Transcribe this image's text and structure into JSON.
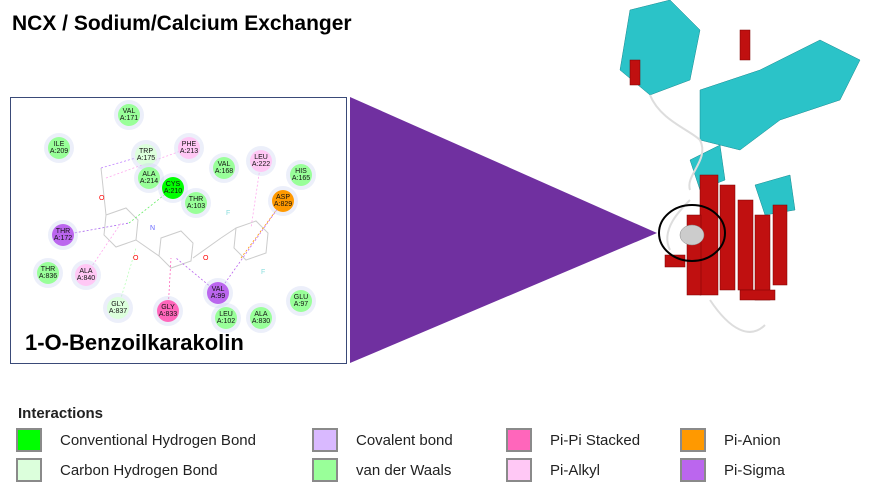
{
  "title": "NCX / Sodium/Calcium Exchanger",
  "ligand_name": "1-O-Benzoilkarakolin",
  "colors": {
    "triangle": "#7030a0",
    "conventional_hb": "#00ff00",
    "carbon_hb": "#dcffdc",
    "covalent": "#d9b9ff",
    "vdw": "#99ff99",
    "pi_pi": "#ff66bb",
    "pi_alkyl": "#ffc8f5",
    "pi_anion": "#ff9900",
    "pi_sigma": "#bb66ee"
  },
  "residues": [
    {
      "name": "VAL",
      "id": "A:171",
      "type": "vdw"
    },
    {
      "name": "ILE",
      "id": "A:209",
      "type": "vdw"
    },
    {
      "name": "TRP",
      "id": "A:175",
      "type": "carbon_hb"
    },
    {
      "name": "PHE",
      "id": "A:213",
      "type": "pi_alkyl"
    },
    {
      "name": "VAL",
      "id": "A:168",
      "type": "vdw"
    },
    {
      "name": "LEU",
      "id": "A:222",
      "type": "pi_alkyl"
    },
    {
      "name": "HIS",
      "id": "A:165",
      "type": "vdw"
    },
    {
      "name": "ALA",
      "id": "A:214",
      "type": "vdw"
    },
    {
      "name": "CYS",
      "id": "A:210",
      "type": "conventional_hb"
    },
    {
      "name": "THR",
      "id": "A:103",
      "type": "vdw"
    },
    {
      "name": "ASP",
      "id": "A:829",
      "type": "pi_anion"
    },
    {
      "name": "THR",
      "id": "A:172",
      "type": "pi_sigma"
    },
    {
      "name": "THR",
      "id": "A:836",
      "type": "vdw"
    },
    {
      "name": "ALA",
      "id": "A:840",
      "type": "pi_alkyl"
    },
    {
      "name": "VAL",
      "id": "A:99",
      "type": "pi_sigma"
    },
    {
      "name": "GLY",
      "id": "A:837",
      "type": "carbon_hb"
    },
    {
      "name": "GLY",
      "id": "A:833",
      "type": "pi_pi"
    },
    {
      "name": "LEU",
      "id": "A:102",
      "type": "vdw"
    },
    {
      "name": "ALA",
      "id": "A:830",
      "type": "vdw"
    },
    {
      "name": "GLU",
      "id": "A:97",
      "type": "vdw"
    }
  ],
  "legend": {
    "title": "Interactions",
    "items": [
      {
        "label": "Conventional Hydrogen Bond",
        "type": "conventional_hb"
      },
      {
        "label": "Carbon Hydrogen Bond",
        "type": "carbon_hb"
      },
      {
        "label": "Covalent bond",
        "type": "covalent"
      },
      {
        "label": "van der Waals",
        "type": "vdw"
      },
      {
        "label": "Pi-Pi Stacked",
        "type": "pi_pi"
      },
      {
        "label": "Pi-Alkyl",
        "type": "pi_alkyl"
      },
      {
        "label": "Pi-Anion",
        "type": "pi_anion"
      },
      {
        "label": "Pi-Sigma",
        "type": "pi_sigma"
      }
    ]
  }
}
